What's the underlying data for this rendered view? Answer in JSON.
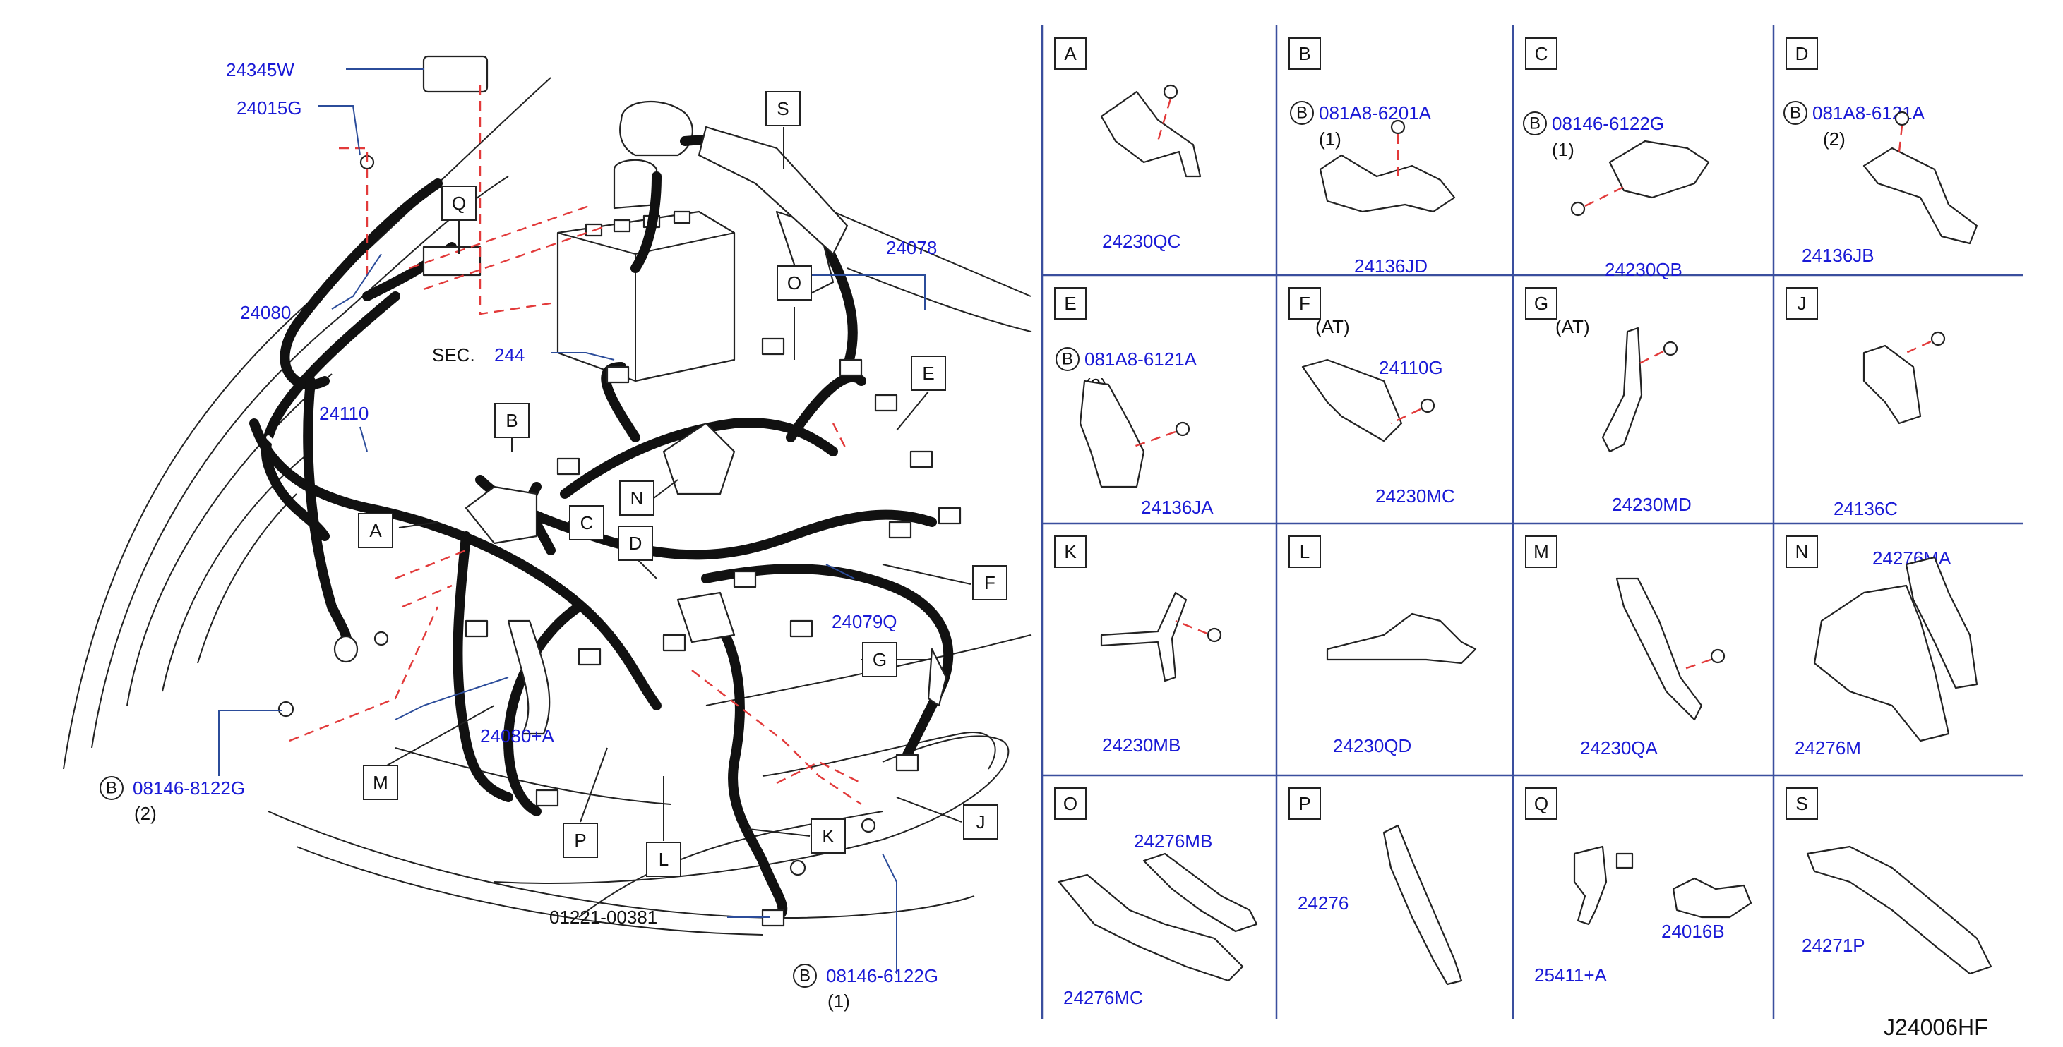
{
  "diagram_code": "J24006HF",
  "main": {
    "labels": {
      "p24345W": "24345W",
      "p24015G": "24015G",
      "p24080": "24080",
      "p24110": "24110",
      "p24078": "24078",
      "p24079Q": "24079Q",
      "p24080A": "24080+A",
      "sec_text": "SEC.",
      "sec_num": "244",
      "bolt_8122": "08146-8122G",
      "bolt_8122_qty": "(2)",
      "bolt_6122": "08146-6122G",
      "bolt_6122_qty": "(1)",
      "p01221": "01221-00381"
    },
    "callouts": [
      "S",
      "Q",
      "O",
      "E",
      "B",
      "A",
      "C",
      "N",
      "D",
      "F",
      "G",
      "J",
      "K",
      "L",
      "P",
      "M"
    ],
    "bolt_marker": "B"
  },
  "panels": [
    {
      "letter": "A",
      "note": "",
      "bolt": "",
      "qty": "",
      "part": "24230QC",
      "part2": ""
    },
    {
      "letter": "B",
      "note": "",
      "bolt": "081A8-6201A",
      "qty": "(1)",
      "part": "24136JD",
      "part2": ""
    },
    {
      "letter": "C",
      "note": "",
      "bolt": "08146-6122G",
      "qty": "(1)",
      "part": "24230QB",
      "part2": ""
    },
    {
      "letter": "D",
      "note": "",
      "bolt": "081A8-6121A",
      "qty": "(2)",
      "part": "24136JB",
      "part2": ""
    },
    {
      "letter": "E",
      "note": "",
      "bolt": "081A8-6121A",
      "qty": "(2)",
      "part": "24136JA",
      "part2": ""
    },
    {
      "letter": "F",
      "note": "(AT)",
      "bolt": "",
      "qty": "",
      "part": "24230MC",
      "part2": "24110G"
    },
    {
      "letter": "G",
      "note": "(AT)",
      "bolt": "",
      "qty": "",
      "part": "24230MD",
      "part2": ""
    },
    {
      "letter": "J",
      "note": "",
      "bolt": "",
      "qty": "",
      "part": "24136C",
      "part2": ""
    },
    {
      "letter": "K",
      "note": "",
      "bolt": "",
      "qty": "",
      "part": "24230MB",
      "part2": ""
    },
    {
      "letter": "L",
      "note": "",
      "bolt": "",
      "qty": "",
      "part": "24230QD",
      "part2": ""
    },
    {
      "letter": "M",
      "note": "",
      "bolt": "",
      "qty": "",
      "part": "24230QA",
      "part2": ""
    },
    {
      "letter": "N",
      "note": "",
      "bolt": "",
      "qty": "",
      "part": "24276M",
      "part2": "24276MA"
    },
    {
      "letter": "O",
      "note": "",
      "bolt": "",
      "qty": "",
      "part": "24276MC",
      "part2": "24276MB"
    },
    {
      "letter": "P",
      "note": "",
      "bolt": "",
      "qty": "",
      "part": "24276",
      "part2": ""
    },
    {
      "letter": "Q",
      "note": "",
      "bolt": "",
      "qty": "",
      "part": "25411+A",
      "part2": "24016B"
    },
    {
      "letter": "S",
      "note": "",
      "bolt": "",
      "qty": "",
      "part": "24271P",
      "part2": ""
    }
  ],
  "colors": {
    "label_blue": "#1a1ad6",
    "grid_blue": "#3a4f9e",
    "dash_red": "#e23a3a",
    "harness_black": "#111111"
  }
}
